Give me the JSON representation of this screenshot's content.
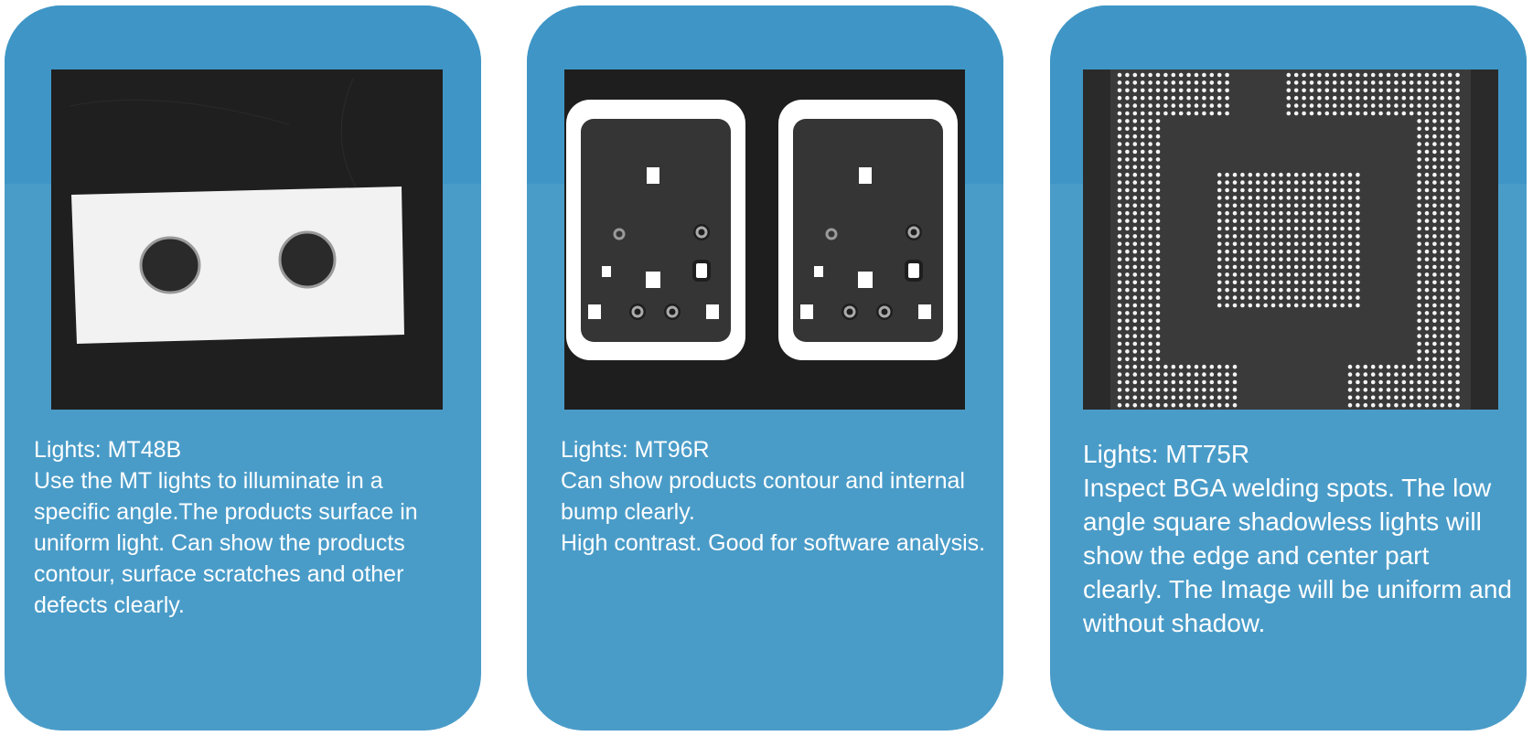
{
  "cards": [
    {
      "title": "Lights: MT48B",
      "description": "Use the MT lights to illuminate in a specific angle.The products surface in uniform light. Can show the products contour, surface scratches and other defects clearly.",
      "image": "metal-plate-two-holes"
    },
    {
      "title": "Lights: MT96R",
      "description_lines": [
        "Can show products contour and internal bump clearly.",
        "High contrast. Good for software analysis."
      ],
      "image": "two-rectangular-frames-with-bumps"
    },
    {
      "title": "Lights: MT75R",
      "description": "Inspect BGA welding spots. The low angle square shadowless lights will show the edge and center part clearly. The Image will be uniform and without shadow.",
      "image": "bga-solder-ball-grid"
    }
  ],
  "colors": {
    "card": "#4a9cc8",
    "card_top": "#3f96c6",
    "text": "#ffffff",
    "photo_bg": "#1e1e1e"
  }
}
